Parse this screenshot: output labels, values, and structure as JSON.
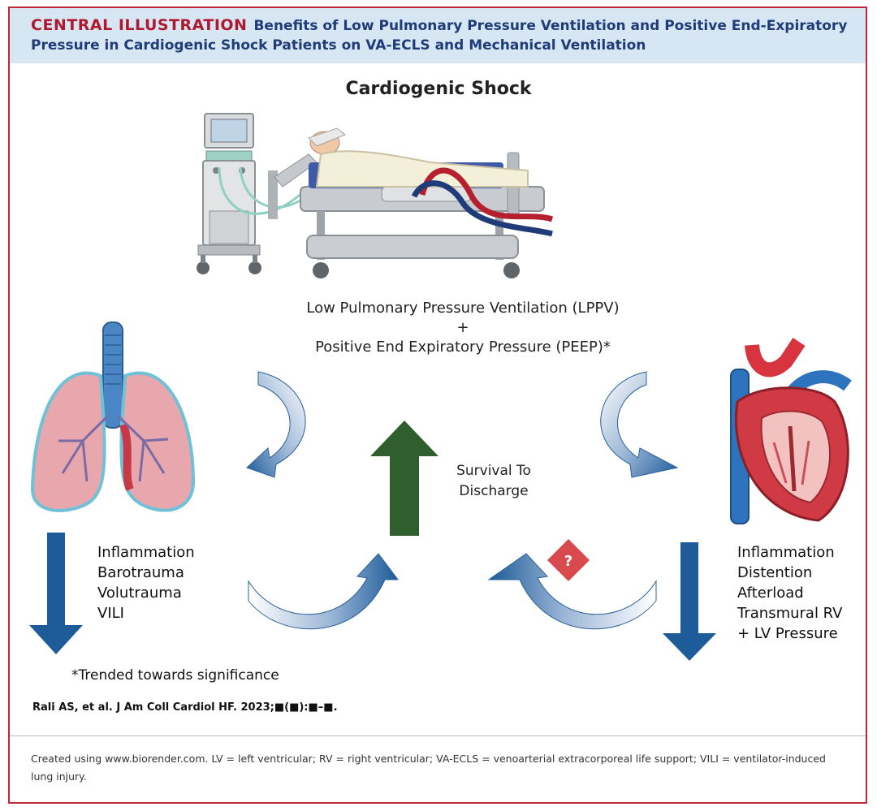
{
  "header": {
    "label": "CENTRAL ILLUSTRATION",
    "title_line1": "Benefits of Low Pulmonary Pressure Ventilation and Positive End-Expiratory",
    "title_line2": "Pressure in Cardiogenic Shock Patients on VA-ECLS and Mechanical Ventilation"
  },
  "diagram": {
    "title": "Cardiogenic Shock",
    "therapy_line1": "Low Pulmonary Pressure Ventilation (LPPV)",
    "therapy_plus": "+",
    "therapy_line2": "Positive End Expiratory Pressure (PEEP)*",
    "outcome_line1": "Survival To",
    "outcome_line2": "Discharge",
    "unknown_marker": "?",
    "lung_effects": [
      "Inflammation",
      "Barotrauma",
      "Volutrauma",
      "VILI"
    ],
    "heart_effects": [
      "Inflammation",
      "Distention",
      "Afterload",
      "Transmural RV",
      "+ LV Pressure"
    ],
    "note": "*Trended towards significance"
  },
  "colors": {
    "header_bg": "#d6e6f3",
    "header_label": "#b0182f",
    "header_title": "#1f3c78",
    "frame": "#c0283a",
    "arrow_blue": "#1d5b99",
    "arrow_green": "#2e5f2c",
    "marker_red": "#d94a4e"
  },
  "citation": "Rali AS, et al. J Am Coll Cardiol HF. 2023;■(■):■–■.",
  "footer": "Created using www.biorender.com. LV = left ventricular; RV = right ventricular; VA-ECLS = venoarterial extracorporeal life support; VILI = ventilator-induced lung injury."
}
